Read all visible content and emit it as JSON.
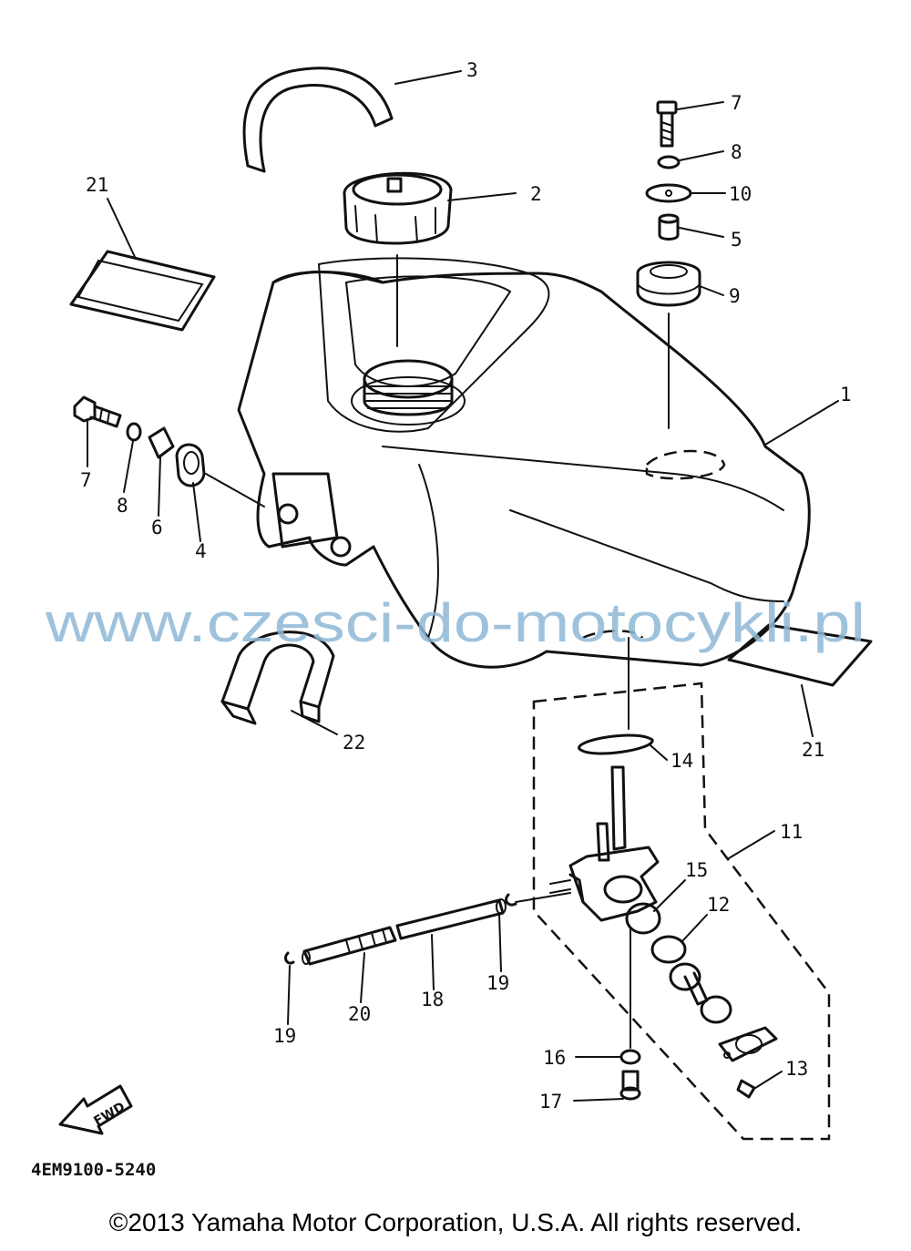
{
  "callouts": [
    {
      "id": "c3",
      "label": "3"
    },
    {
      "id": "c2",
      "label": "2"
    },
    {
      "id": "c21a",
      "label": "21"
    },
    {
      "id": "c7a",
      "label": "7"
    },
    {
      "id": "c8a",
      "label": "8"
    },
    {
      "id": "c10",
      "label": "10"
    },
    {
      "id": "c5",
      "label": "5"
    },
    {
      "id": "c9",
      "label": "9"
    },
    {
      "id": "c1",
      "label": "1"
    },
    {
      "id": "c7b",
      "label": "7"
    },
    {
      "id": "c8b",
      "label": "8"
    },
    {
      "id": "c6",
      "label": "6"
    },
    {
      "id": "c4",
      "label": "4"
    },
    {
      "id": "c22",
      "label": "22"
    },
    {
      "id": "c21b",
      "label": "21"
    },
    {
      "id": "c14",
      "label": "14"
    },
    {
      "id": "c11",
      "label": "11"
    },
    {
      "id": "c15",
      "label": "15"
    },
    {
      "id": "c12",
      "label": "12"
    },
    {
      "id": "c19a",
      "label": "19"
    },
    {
      "id": "c18",
      "label": "18"
    },
    {
      "id": "c20",
      "label": "20"
    },
    {
      "id": "c19b",
      "label": "19"
    },
    {
      "id": "c16",
      "label": "16"
    },
    {
      "id": "c17",
      "label": "17"
    },
    {
      "id": "c13",
      "label": "13"
    }
  ],
  "watermark": "www.czesci-do-motocykli.pl",
  "fwd_label": "FWD",
  "diagram_code": "4EM9100-5240",
  "copyright": "©2013 Yamaha Motor Corporation, U.S.A. All rights reserved.",
  "colors": {
    "line": "#111111",
    "watermark": "#8fb8d6",
    "background": "#ffffff"
  }
}
